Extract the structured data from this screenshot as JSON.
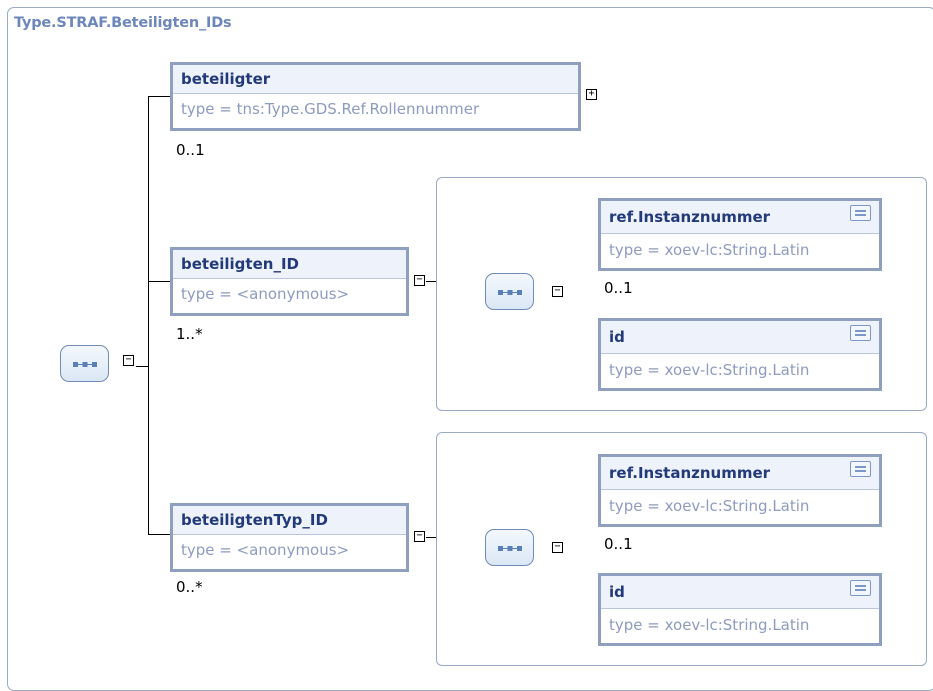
{
  "diagram": {
    "title": "Type.STRAF.Beteiligten_IDs",
    "elements": {
      "beteiligter": {
        "name": "beteiligter",
        "type": "type = tns:Type.GDS.Ref.Rollennummer",
        "cardinality": "0..1",
        "expand": "+"
      },
      "beteiligten_id": {
        "name": "beteiligten_ID",
        "type": "type = <anonymous>",
        "cardinality": "1..*",
        "expand": "−"
      },
      "beteiligtentyp_id": {
        "name": "beteiligtenTyp_ID",
        "type": "type = <anonymous>",
        "cardinality": "0..*",
        "expand": "−"
      }
    },
    "group1": {
      "ref_instanz": {
        "name": "ref.Instanznummer",
        "type": "type = xoev-lc:String.Latin",
        "cardinality": "0..1"
      },
      "id": {
        "name": "id",
        "type": "type = xoev-lc:String.Latin"
      }
    },
    "group2": {
      "ref_instanz": {
        "name": "ref.Instanznummer",
        "type": "type = xoev-lc:String.Latin",
        "cardinality": "0..1"
      },
      "id": {
        "name": "id",
        "type": "type = xoev-lc:String.Latin"
      }
    },
    "collapse_symbol": "−"
  }
}
